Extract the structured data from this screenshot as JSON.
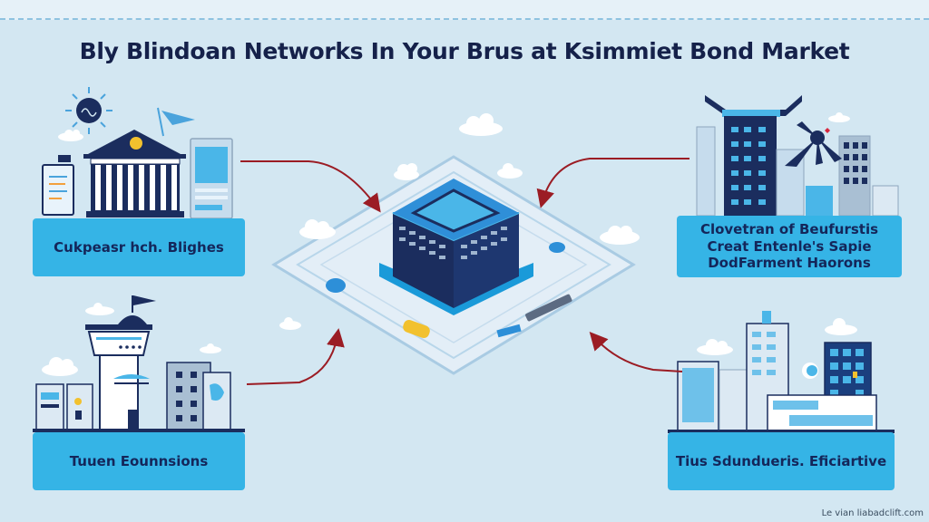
{
  "title": "Bly Blindoan Networks In Your Brus at Ksimmiet Bond Market",
  "panels": {
    "top_left": {
      "label": "Cukpeasr hch. Blighes"
    },
    "top_right": {
      "label_lines": [
        "Clovetran of Beufurstis",
        "Creat  Entenle's Sapie",
        "DodFarment Haorons"
      ]
    },
    "bottom_left": {
      "label": "Tuuen Eounnsions"
    },
    "bottom_right": {
      "label": "Tius Sdundueris. Eficiartive"
    }
  },
  "center": {
    "description": "blockchain-data-center-hub"
  },
  "watermark": "Le vian liabadclift.com",
  "colors": {
    "background": "#d3e7f2",
    "label_box": "#35b4e6",
    "label_text": "#14265a",
    "navy": "#1b2d5e",
    "arrow_red": "#9b1c24",
    "accent_yellow": "#f2c12e"
  }
}
